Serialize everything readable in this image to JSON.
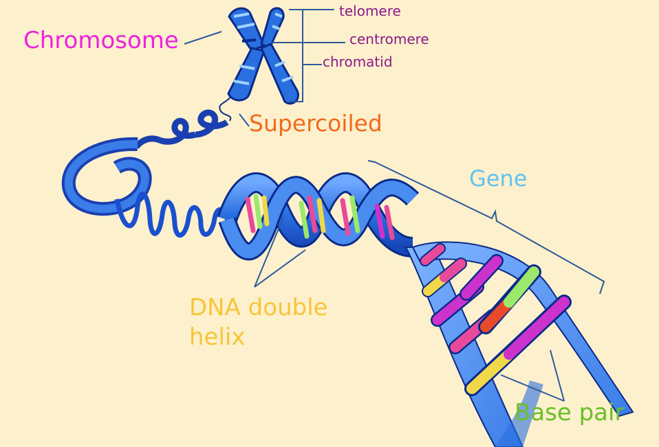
{
  "diagram": {
    "background": "#fdf0cc",
    "colors": {
      "chromosome": "#ee22dd",
      "structure_labels": "#8a1a8a",
      "supercoiled": "#f26a1c",
      "gene": "#62c2f0",
      "dna_double_helix": "#f7c53a",
      "base_pair": "#6abf2a",
      "helix_strand": "#2a6fe0",
      "helix_outline": "#0a2a8a"
    },
    "labels": {
      "chromosome": "Chromosome",
      "telomere": "telomere",
      "centromere": "centromere",
      "chromatid": "chromatid",
      "supercoiled": "Supercoiled",
      "gene": "Gene",
      "dna_line1": "DNA double",
      "dna_line2": "helix",
      "base_pair": "Base pair"
    }
  }
}
